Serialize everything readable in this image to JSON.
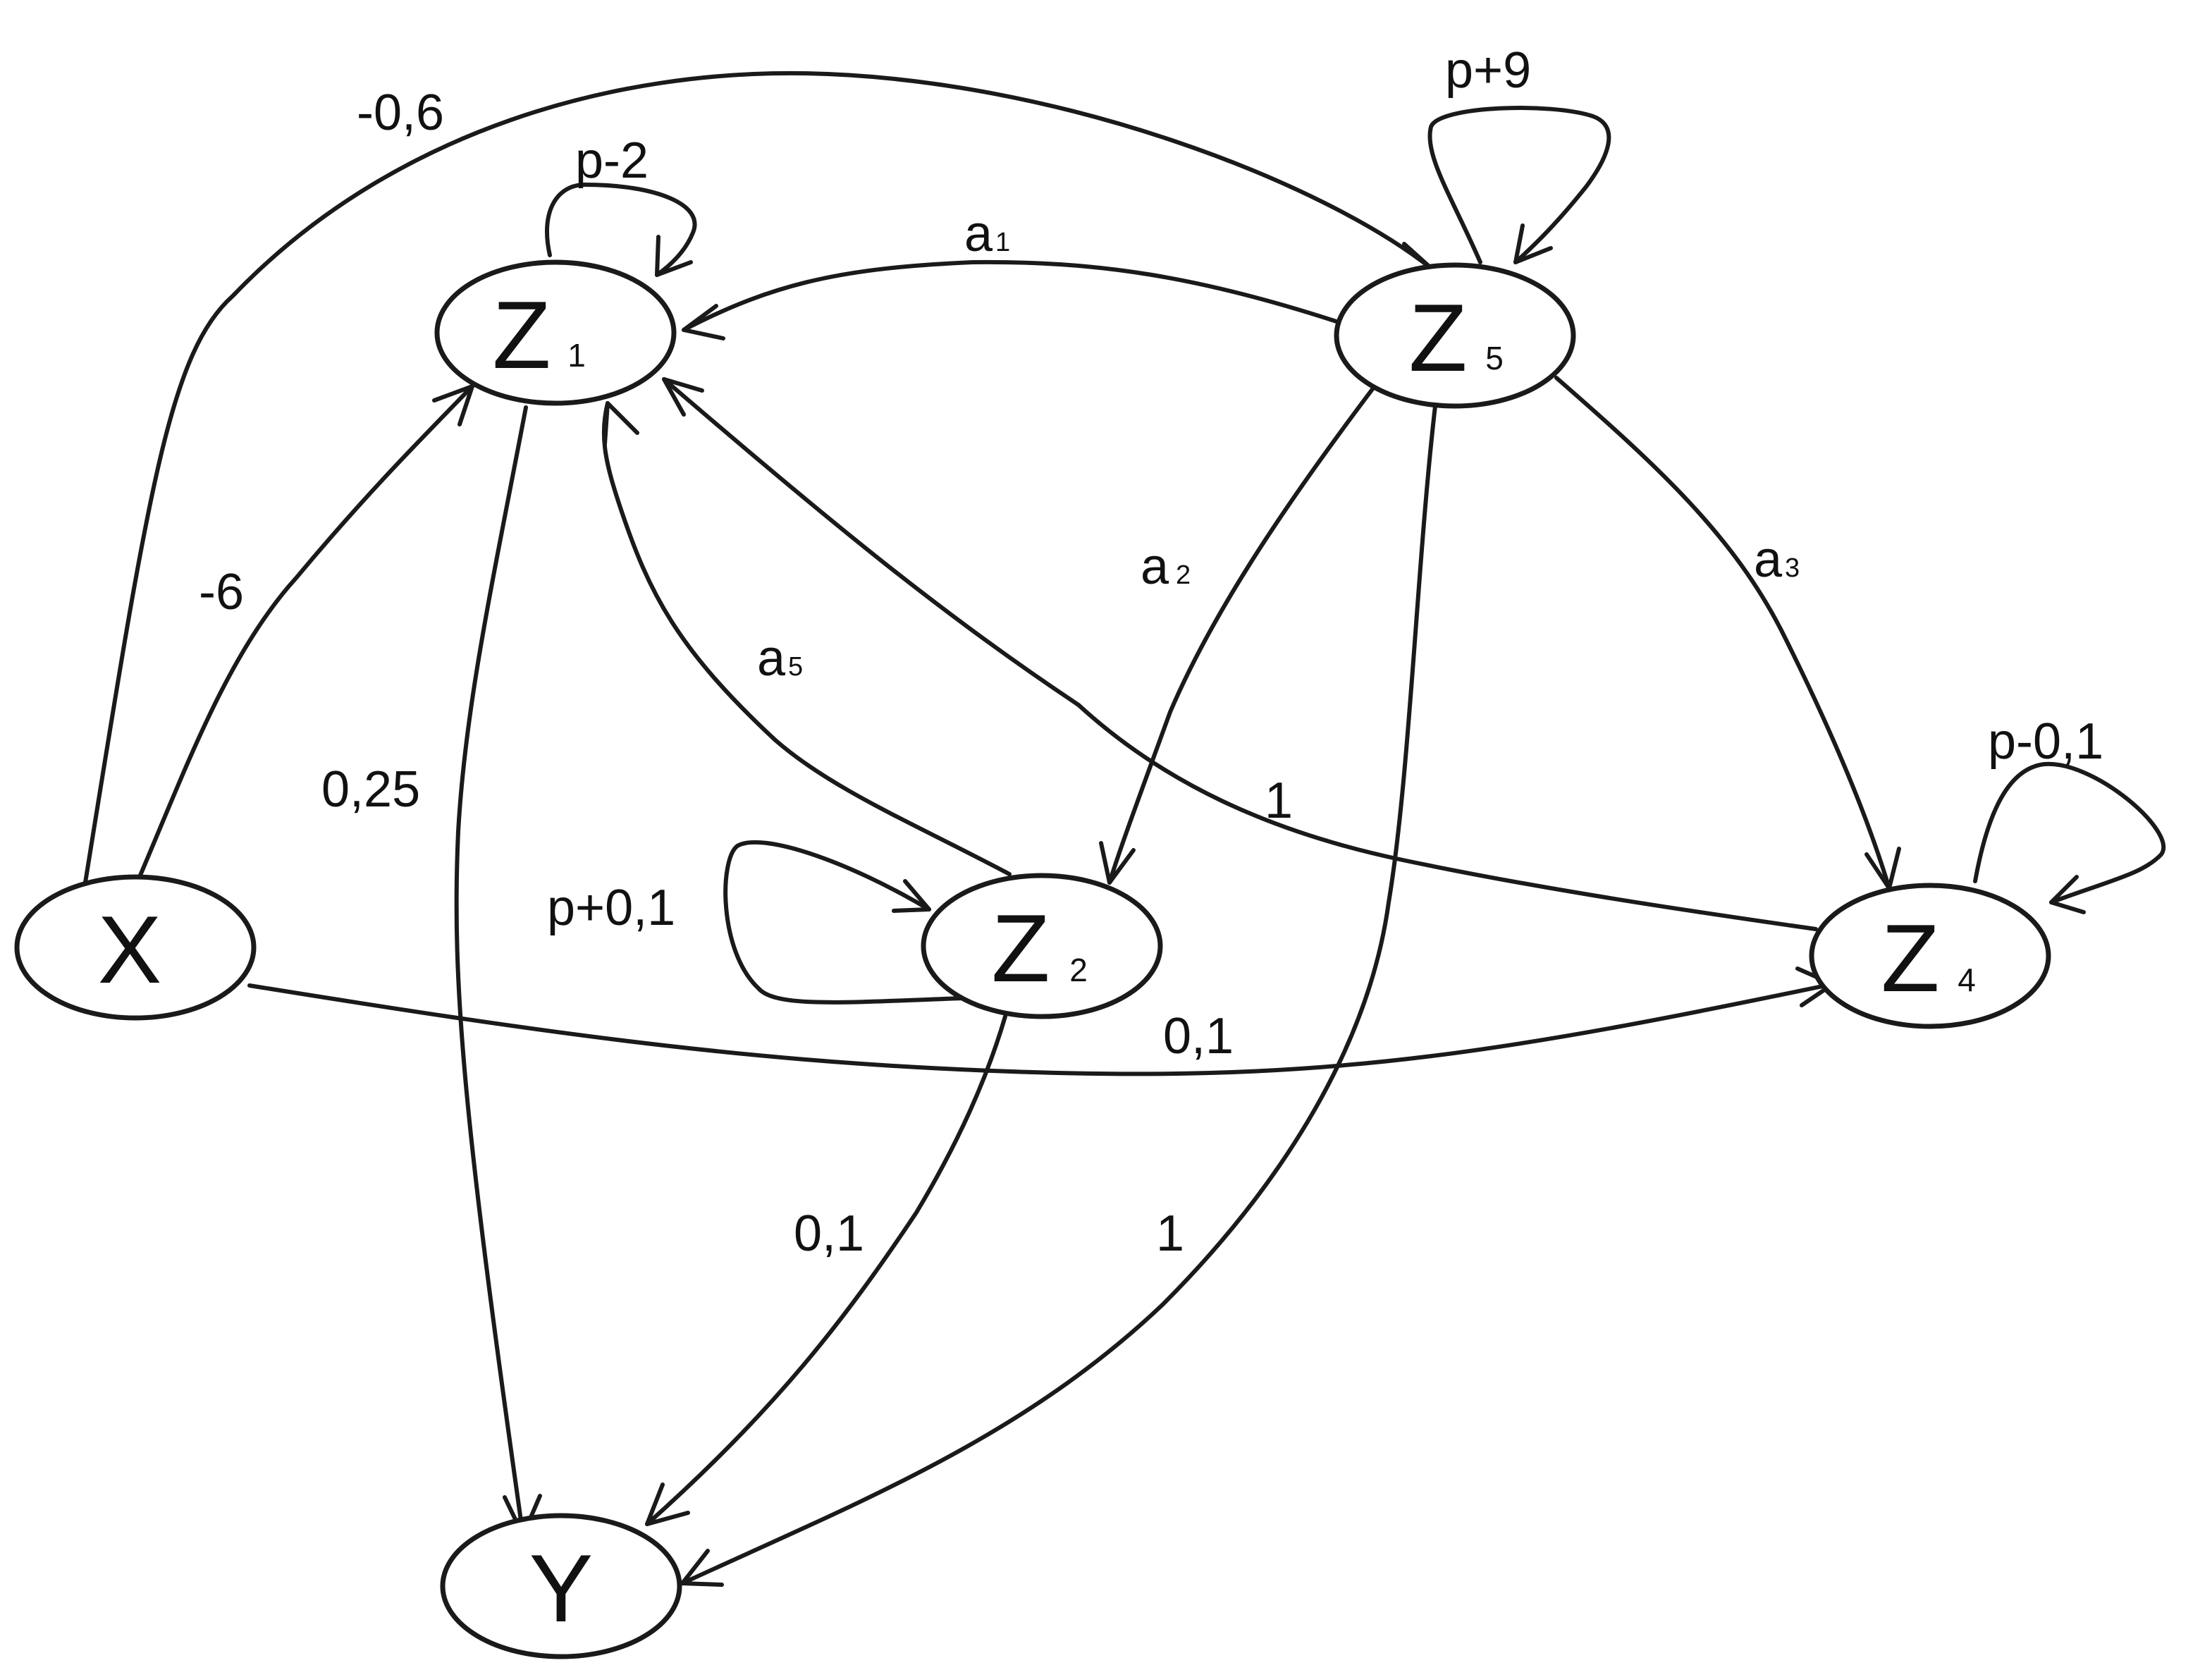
{
  "nodes": {
    "X": {
      "label": "X",
      "sub": ""
    },
    "Y": {
      "label": "Y",
      "sub": ""
    },
    "Z1": {
      "label": "Z",
      "sub": "1"
    },
    "Z2": {
      "label": "Z",
      "sub": "2"
    },
    "Z4": {
      "label": "Z",
      "sub": "4"
    },
    "Z5": {
      "label": "Z",
      "sub": "5"
    }
  },
  "edges": {
    "x_z5": {
      "from": "X",
      "to": "Z5",
      "label": "-0,6",
      "sub": ""
    },
    "x_z1": {
      "from": "X",
      "to": "Z1",
      "label": "-6",
      "sub": ""
    },
    "x_z4": {
      "from": "X",
      "to": "Z4",
      "label": "0,1",
      "sub": ""
    },
    "z1_z1": {
      "from": "Z1",
      "to": "Z1",
      "label": "p-2",
      "sub": ""
    },
    "z1_y": {
      "from": "Z1",
      "to": "Y",
      "label": "0,25",
      "sub": ""
    },
    "z5_z5": {
      "from": "Z5",
      "to": "Z5",
      "label": "p+9",
      "sub": ""
    },
    "z5_z1": {
      "from": "Z5",
      "to": "Z1",
      "label": "a",
      "sub": "1"
    },
    "z5_z2": {
      "from": "Z5",
      "to": "Z2",
      "label": "a",
      "sub": "2"
    },
    "z5_z4": {
      "from": "Z5",
      "to": "Z4",
      "label": "a",
      "sub": "3"
    },
    "z5_y": {
      "from": "Z5",
      "to": "Y",
      "label": "1",
      "sub": ""
    },
    "z2_z1": {
      "from": "Z2",
      "to": "Z1",
      "label": "a",
      "sub": "5"
    },
    "z2_z2": {
      "from": "Z2",
      "to": "Z2",
      "label": "p+0,1",
      "sub": ""
    },
    "z2_y": {
      "from": "Z2",
      "to": "Y",
      "label": "0,1",
      "sub": ""
    },
    "z4_z1": {
      "from": "Z4",
      "to": "Z1",
      "label": "1",
      "sub": ""
    },
    "z4_z4": {
      "from": "Z4",
      "to": "Z4",
      "label": "p-0,1",
      "sub": ""
    }
  }
}
